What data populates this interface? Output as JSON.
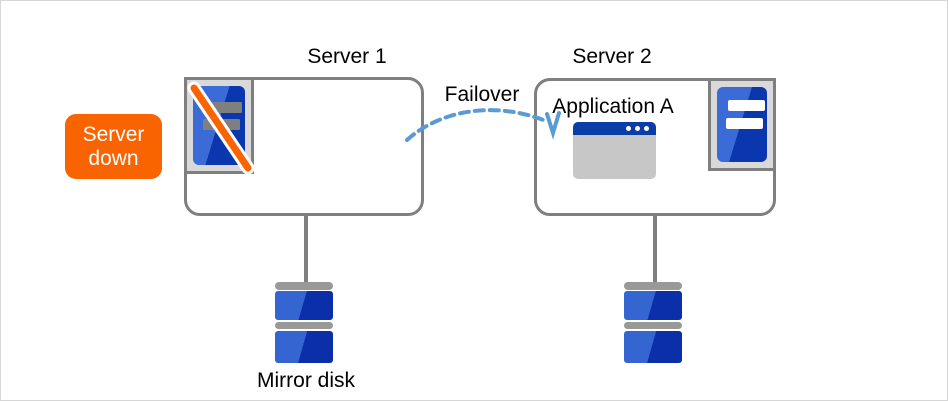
{
  "diagram": {
    "server1": {
      "title": "Server 1"
    },
    "server2": {
      "title": "Server 2",
      "application_label": "Application A"
    },
    "failover_label": "Failover",
    "server_down_badge": {
      "line1": "Server",
      "line2": "down"
    },
    "mirror_disk_label": "Mirror disk",
    "colors": {
      "accent_orange": "#fa6400",
      "server_blue_light": "#3a6bd7",
      "server_blue_dark": "#0a36ae",
      "titlebar_blue": "#0b3da8",
      "arrow_blue": "#5b9bd5",
      "border_gray": "#7f7f7f",
      "disk_bar_gray": "#999999"
    }
  }
}
